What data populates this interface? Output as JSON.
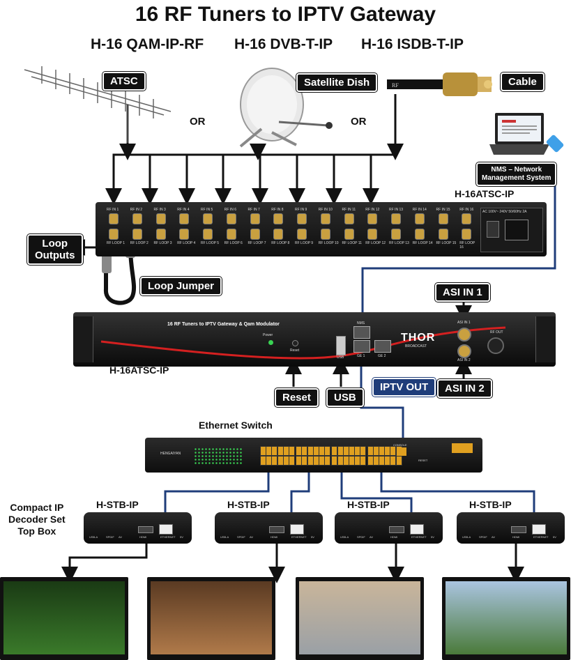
{
  "title": "16 RF Tuners to IPTV Gateway",
  "models": [
    "H-16 QAM-IP-RF",
    "H-16 DVB-T-IP",
    "H-16 ISDB-T-IP"
  ],
  "sources": {
    "atsc": "ATSC",
    "satellite": "Satellite Dish",
    "cable": "Cable",
    "or": "OR",
    "cable_mark": "RF"
  },
  "nms_label": "NMS – Network Management System",
  "nms_line1": "NMS – Network",
  "nms_line2": "Management System",
  "top_device_label": "H-16ATSC-IP",
  "top_device_rating": "AC 100V~ 240V 50/60Hz 2A",
  "rf_inputs": [
    "RF IN 1",
    "RF IN 2",
    "RF IN 3",
    "RF IN 4",
    "RF IN 5",
    "RF IN 6",
    "RF IN 7",
    "RF IN 8",
    "RF IN 9",
    "RF IN 10",
    "RF IN 11",
    "RF IN 12",
    "RF IN 13",
    "RF IN 14",
    "RF IN 15",
    "RF IN 16"
  ],
  "rf_loops": [
    "RF LOOP 1",
    "RF LOOP 2",
    "RF LOOP 3",
    "RF LOOP 4",
    "RF LOOP 5",
    "RF LOOP 6",
    "RF LOOP 7",
    "RF LOOP 8",
    "RF LOOP 9",
    "RF LOOP 10",
    "RF LOOP 11",
    "RF LOOP 12",
    "RF LOOP 13",
    "RF LOOP 14",
    "RF LOOP 15",
    "RF LOOP 16"
  ],
  "loop_outputs": {
    "line1": "Loop",
    "line2": "Outputs"
  },
  "loop_jumper": "Loop Jumper",
  "front_panel": {
    "title": "16 RF Tuners to IPTV Gateway & Qam Modulator",
    "power": "Power",
    "reset": "Reset",
    "usb": "USB",
    "nms": "NMS",
    "ge1": "GE 1",
    "ge2": "GE 2",
    "asi_in1": "ASI IN 1",
    "asi_in2": "ASI IN 2",
    "rf_out": "RF OUT",
    "brand": "THOR",
    "brand_sub": "BROADCAST"
  },
  "front_device_label": "H-16ATSC-IP",
  "callouts": {
    "asi_in1": "ASI IN 1",
    "asi_in2": "ASI IN 2",
    "reset": "Reset",
    "usb": "USB",
    "iptv_out": "IPTV OUT"
  },
  "switch": {
    "title": "Ethernet Switch",
    "brand": "HENGAIYAN",
    "reset": "RESET",
    "console": "CONSOLE"
  },
  "stb": {
    "caption_line1": "Compact IP",
    "caption_line2": "Decoder Set",
    "caption_line3": "Top Box",
    "label": "H-STB-IP",
    "ports": [
      "USB-A",
      "SPDIF",
      "AV",
      "HDMI",
      "ETHERNET",
      "5V"
    ]
  },
  "tvs": [
    {
      "scene": "soccer-players-icon",
      "colors": [
        "#3a7a2a",
        "#1a3a14"
      ]
    },
    {
      "scene": "helicopter-icon",
      "colors": [
        "#b07a4a",
        "#5a3a22"
      ]
    },
    {
      "scene": "skateboarder-icon",
      "colors": [
        "#9aa0a6",
        "#c9b59a"
      ]
    },
    {
      "scene": "field-player-icon",
      "colors": [
        "#4a7a3a",
        "#aac4e0"
      ]
    }
  ],
  "colors": {
    "cable": "#1f3d7a",
    "port": "#e0a020",
    "led_green": "#39d353",
    "thor_red": "#d42020"
  }
}
